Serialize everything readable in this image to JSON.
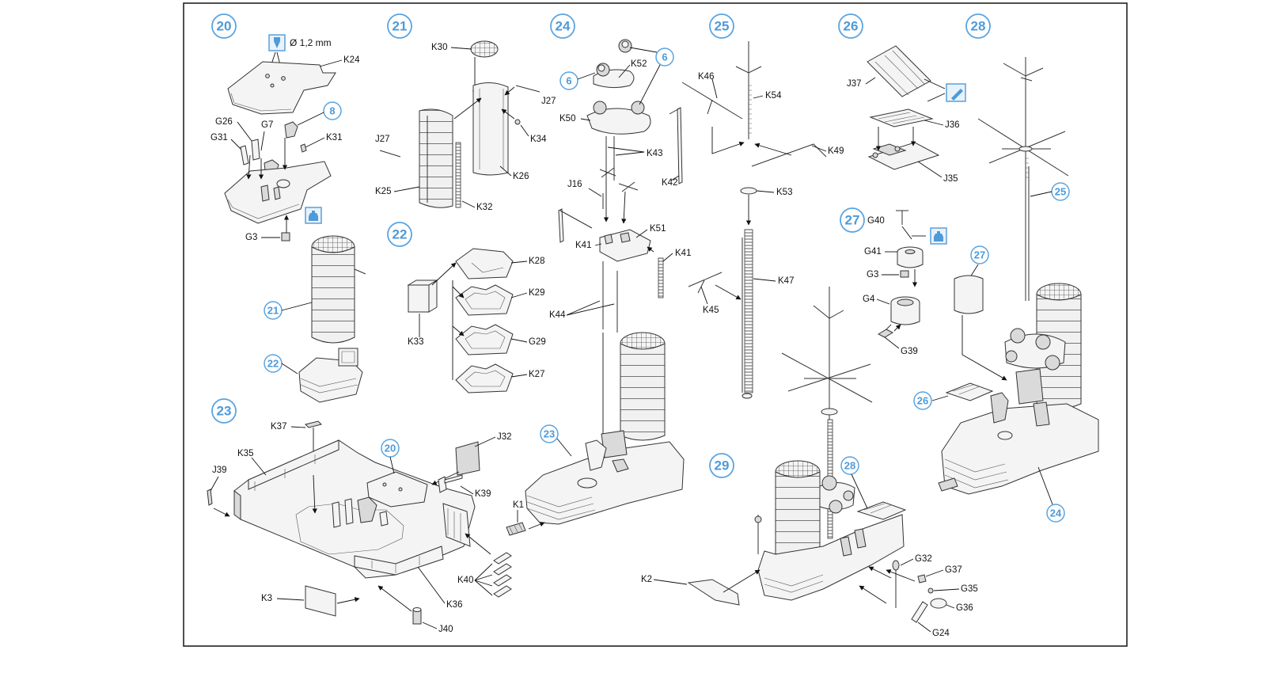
{
  "steps": [
    "20",
    "21",
    "22",
    "23",
    "24",
    "25",
    "26",
    "27",
    "28",
    "29"
  ],
  "ref_markers": {
    "r8": "8",
    "r6a": "6",
    "r6b": "6",
    "r21": "21",
    "r22": "22",
    "r20": "20",
    "r23": "23",
    "r28": "28",
    "r27": "27",
    "r25": "25",
    "r26": "26",
    "r24": "24"
  },
  "drill_note": "Ø 1,2 mm",
  "icons": {
    "drill": "drill-icon",
    "glue_a": "glue-icon",
    "glue_b": "glue-icon",
    "paint": "paint-icon"
  },
  "labels": {
    "K24": "K24",
    "G26": "G26",
    "G7": "G7",
    "G31": "G31",
    "K31": "K31",
    "G3a": "G3",
    "K30": "K30",
    "J27a": "J27",
    "J27b": "J27",
    "K34": "K34",
    "K26": "K26",
    "K25": "K25",
    "K32": "K32",
    "K28": "K28",
    "K29": "K29",
    "G29": "G29",
    "K27": "K27",
    "K33": "K33",
    "K37": "K37",
    "K35": "K35",
    "J39": "J39",
    "J32": "J32",
    "K39": "K39",
    "K40": "K40",
    "K36": "K36",
    "K3": "K3",
    "J40": "J40",
    "K52": "K52",
    "K50": "K50",
    "K43": "K43",
    "K42": "K42",
    "J16": "J16",
    "K51": "K51",
    "K41a": "K41",
    "K41b": "K41",
    "K44": "K44",
    "K1": "K1",
    "K46": "K46",
    "K54": "K54",
    "K49": "K49",
    "K53": "K53",
    "K47": "K47",
    "K45": "K45",
    "J37": "J37",
    "J36": "J36",
    "J35": "J35",
    "G40": "G40",
    "G41": "G41",
    "G3b": "G3",
    "G4": "G4",
    "G39": "G39",
    "K2": "K2",
    "G32": "G32",
    "G37": "G37",
    "G35": "G35",
    "G36": "G36",
    "G24": "G24"
  }
}
